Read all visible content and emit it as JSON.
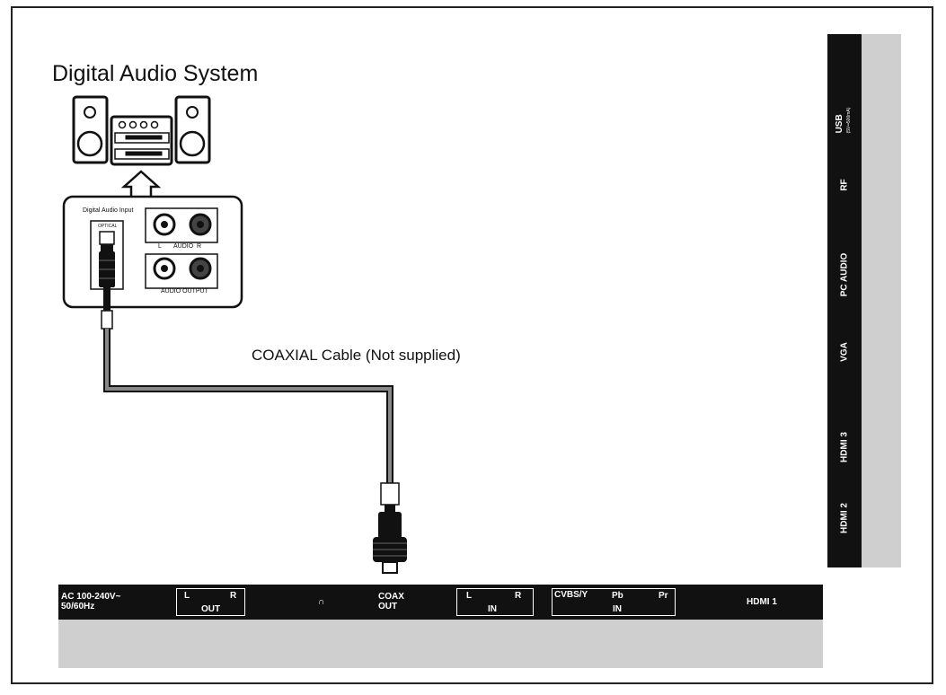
{
  "title": "Digital Audio System",
  "cable_label": "COAXIAL Cable (Not supplied)",
  "audio_system_panel": {
    "digital_input_label": "Digital Audio Input",
    "optical_label": "OPTICAL",
    "audio_l": "L",
    "audio_label": "AUDIO",
    "audio_r": "R",
    "audio_output_label": "AUDIO OUTPUT"
  },
  "tv_bottom": {
    "power": "AC 100-240V~\n50/60Hz",
    "out_l": "L",
    "out_r": "R",
    "out": "OUT",
    "headphone_symbol": "∩",
    "coax": "COAX\nOUT",
    "in_l": "L",
    "in_r": "R",
    "in_audio": "IN",
    "cvbs": "CVBS/Y",
    "pb": "Pb",
    "pr": "Pr",
    "in_video": "IN",
    "hdmi1": "HDMI 1"
  },
  "tv_side": {
    "usb": "USB",
    "usb_sub": "(5V═500mA)",
    "rf": "RF",
    "pc_audio": "PC AUDIO",
    "vga": "VGA",
    "hdmi3": "HDMI 3",
    "hdmi2": "HDMI 2"
  }
}
